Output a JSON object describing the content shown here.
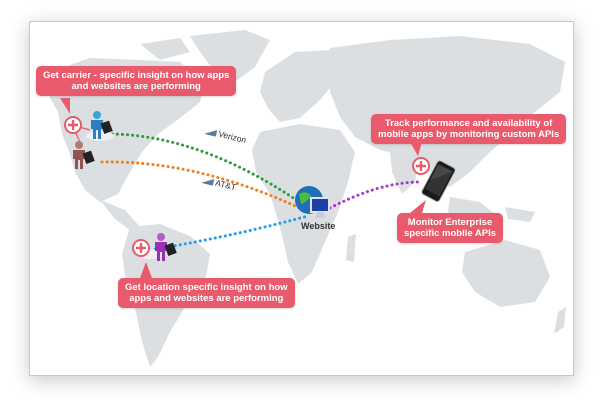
{
  "callouts": {
    "carrier": {
      "line1": "Get carrier - specific insight on how apps",
      "line2": "and websites are performing"
    },
    "mobile_apps": {
      "line1": "Track performance and availability of",
      "line2": "mobile apps by monitoring custom APIs"
    },
    "enterprise": {
      "line1": "Monitor Enterprise",
      "line2": "specific mobile APIs"
    },
    "location": {
      "line1": "Get location specific insight on how",
      "line2": "apps and websites are performing"
    }
  },
  "labels": {
    "website": "Website",
    "verizon": "Verizon",
    "att": "AT&T"
  },
  "connections": [
    {
      "from": "user-blue-north-america",
      "to": "website",
      "color": "#2e9a3c",
      "carrier": "Verizon"
    },
    {
      "from": "user-brown-north-america",
      "to": "website",
      "color": "#f07d1c",
      "carrier": "AT&T"
    },
    {
      "from": "user-purple-south-america",
      "to": "website",
      "color": "#1c9fe6"
    },
    {
      "from": "mobile-device-asia",
      "to": "website",
      "color": "#a63ac7"
    }
  ],
  "colors": {
    "callout": "#e95a6c",
    "land": "#dcdfe2",
    "frame_border": "#c8c8c8"
  }
}
